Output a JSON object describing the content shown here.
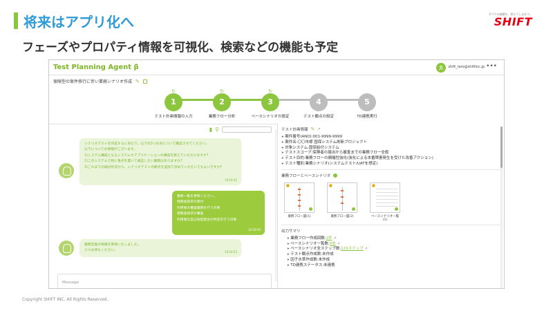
{
  "slide": {
    "title": "将来はアプリ化へ",
    "subtitle": "フェーズやプロパティ情報を可視化、検索などの機能も予定",
    "brand_tagline": "すべての価値を、覚えてしまおう。",
    "brand_name": "SHIFT",
    "footer": "Copyright SHIFT INC. All Rights Reserved."
  },
  "colors": {
    "title_blue": "#2f9bd6",
    "accent_green": "#8cc63f",
    "inactive_gray": "#bdbdbd",
    "brand_red": "#e60012"
  },
  "app": {
    "name": "Test Planning Agent β",
    "user": {
      "avatar_initial": "太",
      "email": "shift_taro@shiftinc.jp"
    },
    "more": "•••",
    "project": {
      "name": "保険型の案件移行に伴い業務シナリオ作成",
      "icon": "pencil-icon"
    },
    "steps": [
      {
        "number": "1",
        "label": "テスト計画情報の入力",
        "state": "done"
      },
      {
        "number": "2",
        "label": "業務フロー分析",
        "state": "done"
      },
      {
        "number": "3",
        "label": "ベースシナリオの設定",
        "state": "current"
      },
      {
        "number": "4",
        "label": "テスト観点の設定",
        "state": "todo"
      },
      {
        "number": "5",
        "label": "TD連携実行",
        "state": "todo"
      }
    ],
    "chat": {
      "messages": [
        {
          "from": "bot",
          "lines": [
            "シナリオテストを作成するにあたり、以下の3つの点について確認させてください。",
            "以下についての情報がございます。",
            "1)システム構成となるシステムやアプリケーションの構成を教えていただけますか?",
            "2)このシステムで特に重点を置いて検証したい業務はありますか?",
            "3)これまでの検討状況から、シナリオテストの観点を追加で決めていただいてもよいですか?"
          ],
          "time": "10:16:41"
        },
        {
          "from": "user",
          "lines": [
            "業務一覧を参照ください。",
            "",
            "保険金請求の受付",
            "利用者の審査業務を行う対象",
            "",
            "保険金請求の審査",
            "利用者の自己負担割合の判定を行う対象"
          ],
          "time": "10:16:50"
        },
        {
          "from": "bot",
          "lines": [
            "業務定義の情報を受領いたしました。",
            "少々お待ちください。"
          ],
          "time": "10:16:53"
        }
      ],
      "input_placeholder": "Message"
    },
    "info": {
      "title": "テスト計画情報",
      "items": [
        "案件番号(ANO):001-9999-9999",
        "案件名:〇〇市様 国保システム刷新プロジェクト",
        "対象システム:国保給付システム",
        "テストスコープ:保険者の届出から審査までの業務フロー全般",
        "テスト目的:業務フローの網羅性強化(強化による本番障害発生を受けた改善アクション)",
        "テスト種別:業務シナリオ(システムテスト/UATを想定)"
      ]
    },
    "flows": {
      "title": "業務フローとベースシナリオ",
      "thumbs": [
        "業務フロー図(1)",
        "業務フロー図(2)",
        "ベースシナリオ一覧(1)"
      ]
    },
    "output": {
      "title": "出力サマリ",
      "items": [
        {
          "label": "業務フロー作成回数:",
          "value": "2件",
          "link": true
        },
        {
          "label": "ベースシナリオ一覧数:",
          "value": "9本",
          "link": true
        },
        {
          "label": "ベースシナリオ全ステップ数:",
          "value": "129ステップ",
          "link": true
        },
        {
          "label": "テスト観点作成数:",
          "value": "未作成",
          "link": false
        },
        {
          "label": "因子水準作成数:",
          "value": "未作成",
          "link": false
        },
        {
          "label": "TD連携ステータス:",
          "value": "未連携",
          "link": false
        }
      ]
    }
  }
}
